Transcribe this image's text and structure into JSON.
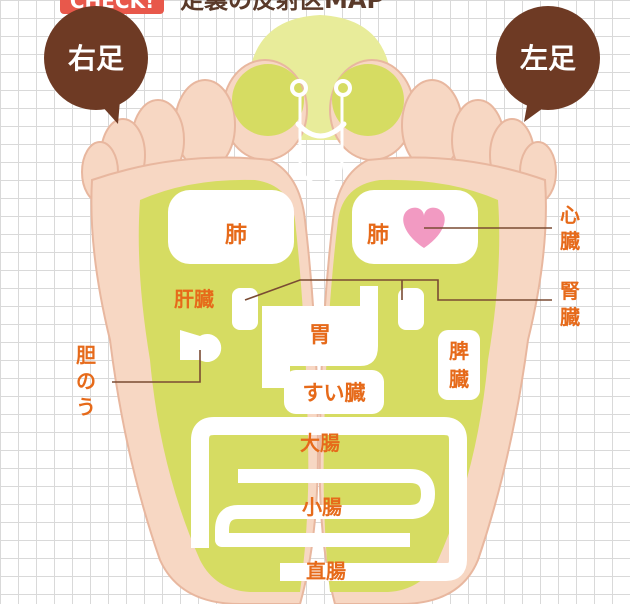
{
  "header": {
    "badge": "CHECK!",
    "title": "足裏の反射区MAP"
  },
  "bubbles": {
    "right_foot": "右足",
    "left_foot": "左足"
  },
  "organs": {
    "lung_right": "肺",
    "lung_left": "肺",
    "liver": "肝臓",
    "gallbladder": "胆のう",
    "stomach": "胃",
    "pancreas": "すい臓",
    "spleen": "脾臓",
    "heart": "心臓",
    "kidney": "腎臓",
    "large_intestine": "大腸",
    "small_intestine": "小腸",
    "rectum": "直腸"
  },
  "colors": {
    "skin": "#f7d7c3",
    "skin_outline": "#e8b79f",
    "zone": "#d6dc62",
    "zone_light": "#e4e890",
    "head_zone": "#e8ec9a",
    "organ_fill": "#ffffff",
    "label": "#e66a1a",
    "bubble": "#6e3a24",
    "badge": "#e8584b",
    "heart": "#f29ac2",
    "leader": "#7a4b33"
  }
}
